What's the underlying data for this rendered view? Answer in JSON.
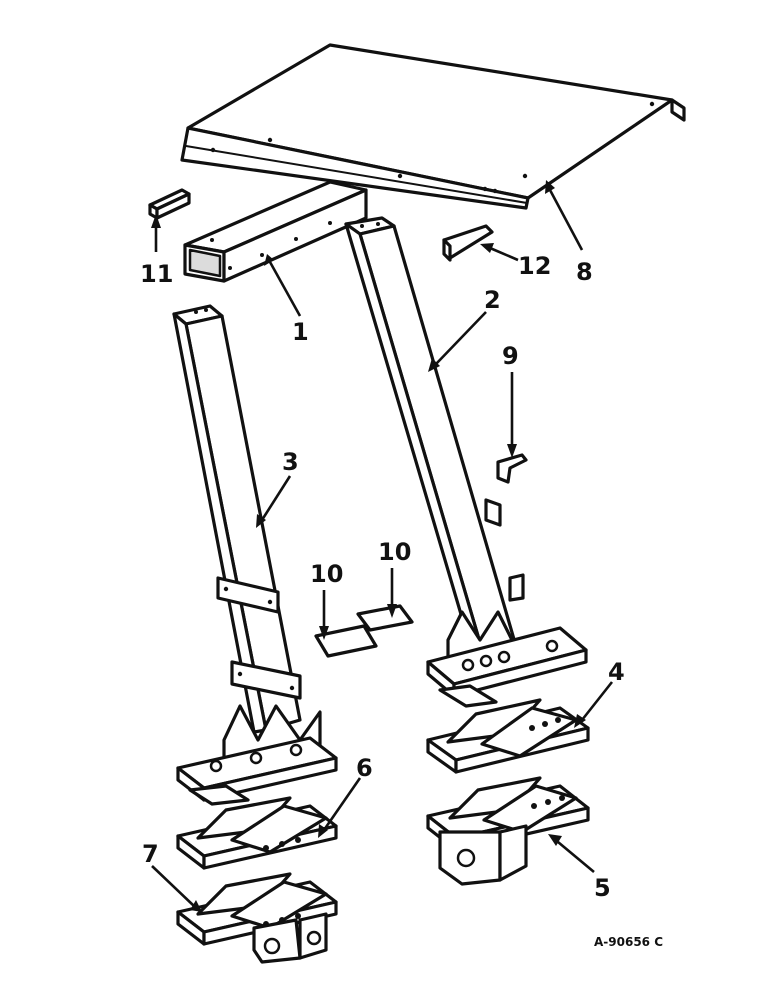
{
  "callouts": {
    "c1": "1",
    "c2": "2",
    "c3": "3",
    "c4": "4",
    "c5": "5",
    "c6": "6",
    "c7": "7",
    "c8": "8",
    "c9": "9",
    "c10a": "10",
    "c10b": "10",
    "c11": "11",
    "c12": "12"
  },
  "figure_code": "A-90656 C"
}
